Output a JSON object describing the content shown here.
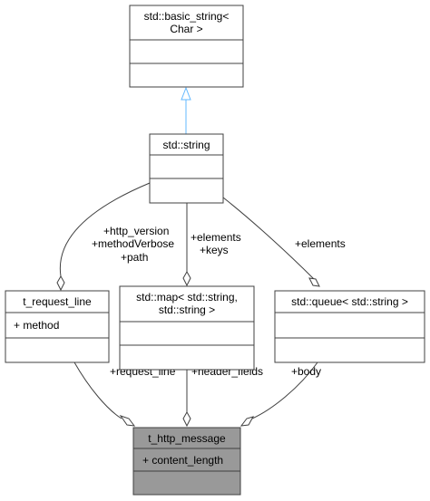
{
  "colors": {
    "box_border": "#404040",
    "box_fill": "#ffffff",
    "highlight_fill": "#999999",
    "inheritance_arrow": "#63b8ff",
    "association_line": "#404040"
  },
  "classes": {
    "basic_string": {
      "name_lines": [
        "std::basic_string<",
        "Char >"
      ],
      "members": []
    },
    "string": {
      "name_lines": [
        "std::string"
      ],
      "members": []
    },
    "request_line": {
      "name_lines": [
        "t_request_line"
      ],
      "members": [
        "+ method"
      ]
    },
    "map": {
      "name_lines": [
        "std::map< std::string,",
        "std::string >"
      ],
      "members": []
    },
    "queue": {
      "name_lines": [
        "std::queue< std::string >"
      ],
      "members": []
    },
    "http_message": {
      "name_lines": [
        "t_http_message"
      ],
      "members": [
        "+ content_length"
      ]
    }
  },
  "relations": {
    "string_to_request_line": [
      "+http_version",
      "+methodVerbose",
      "+path"
    ],
    "string_to_map": [
      "+elements",
      "+keys"
    ],
    "string_to_queue": [
      "+elements"
    ],
    "request_line_to_message": [
      "+request_line"
    ],
    "map_to_message": [
      "+header_fields"
    ],
    "queue_to_message": [
      "+body"
    ]
  }
}
